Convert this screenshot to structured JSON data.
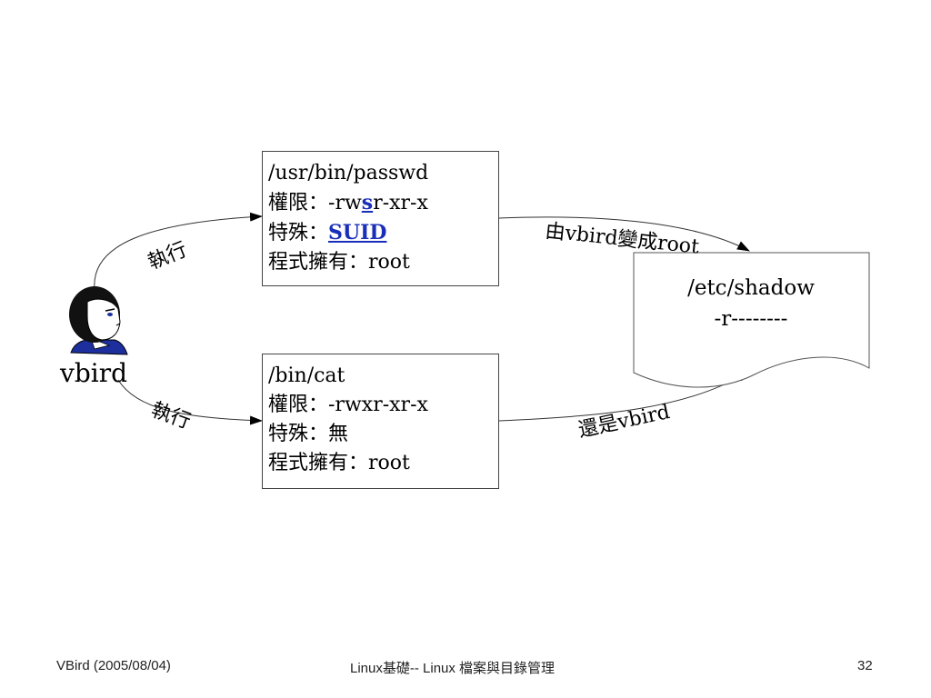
{
  "passwd_box": {
    "path": "/usr/bin/passwd",
    "perm_label": "權限：",
    "perm_pre": "-rw",
    "perm_s": "s",
    "perm_post": "r-xr-x",
    "special_label": "特殊：",
    "special_value": "SUID",
    "owner": "程式擁有：root"
  },
  "cat_box": {
    "path": "/bin/cat",
    "perm": "權限：-rwxr-xr-x",
    "special": "特殊：無",
    "owner": "程式擁有：root"
  },
  "shadow_doc": {
    "path": "/etc/shadow",
    "perm": "-r--------"
  },
  "user_label": "vbird",
  "arrow_labels": {
    "exec_top": "執行",
    "exec_bottom": "執行",
    "becomes_root": "由vbird變成root",
    "still_vbird": "還是vbird"
  },
  "footer": {
    "left": "VBird (2005/08/04)",
    "center": "Linux基礎-- Linux 檔案與目錄管理",
    "page": "32"
  }
}
